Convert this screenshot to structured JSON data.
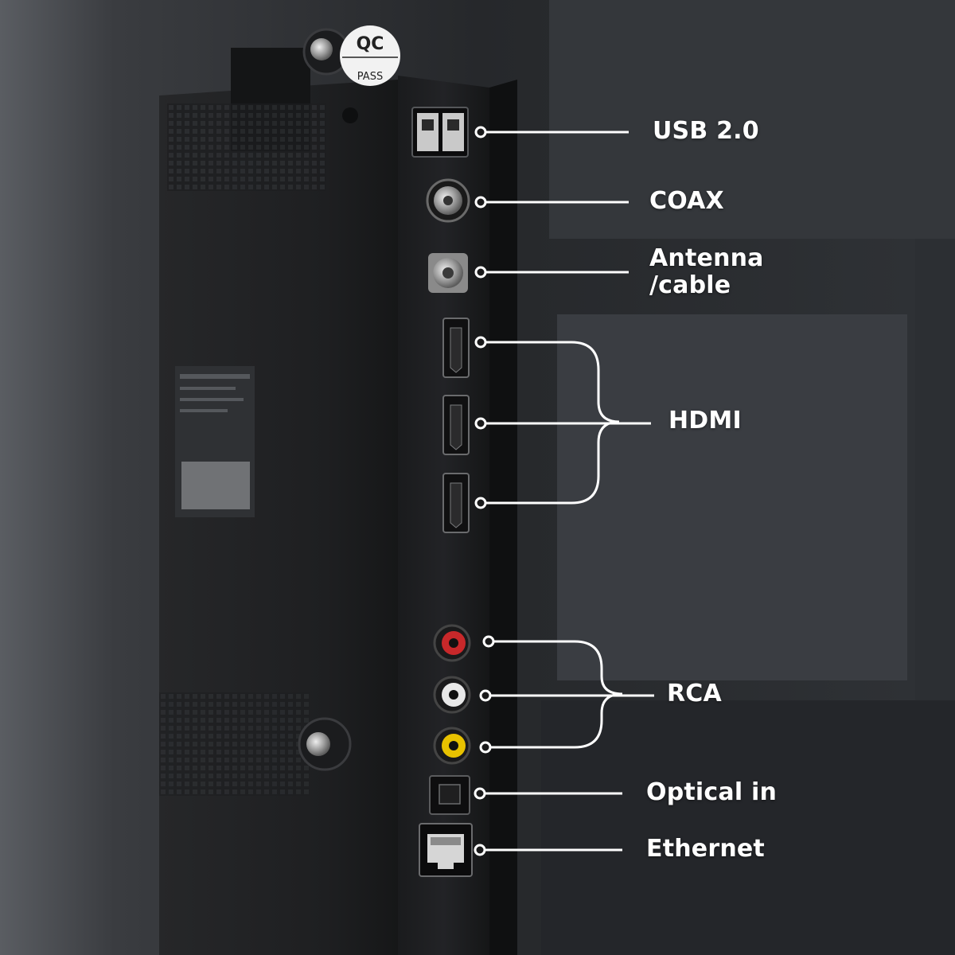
{
  "sticker": {
    "top_text": "QC",
    "bottom_text": "PASS"
  },
  "labels": {
    "usb": "USB 2.0",
    "coax": "COAX",
    "antenna_line1": "Antenna",
    "antenna_line2": "/cable",
    "hdmi": "HDMI",
    "rca": "RCA",
    "optical": "Optical in",
    "ethernet": "Ethernet"
  },
  "colors": {
    "label_text": "#ffffff",
    "callout_line": "#ffffff",
    "panel": "#1c1d1f",
    "background": "#2b2d30",
    "rca_red": "#c8282a",
    "rca_white": "#e8e8e8",
    "rca_yellow": "#e8c200"
  },
  "icons": {
    "usb": "usb-port-icon",
    "coax": "coax-port-icon",
    "antenna": "antenna-port-icon",
    "hdmi": "hdmi-port-icon",
    "rca": "rca-jack-icon",
    "optical": "optical-port-icon",
    "ethernet": "ethernet-port-icon"
  }
}
